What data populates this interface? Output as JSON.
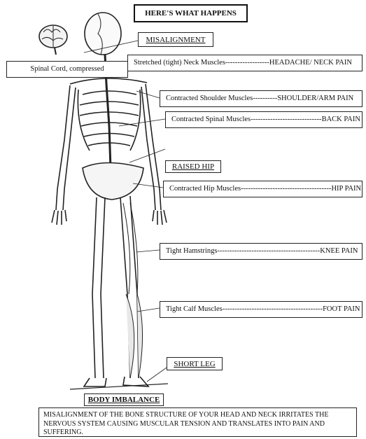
{
  "title": "HERE'S WHAT HAPPENS",
  "tags": {
    "misalignment": "MISALIGNMENT",
    "spinal_cord": "Spinal Cord, compressed",
    "raised_hip": "RAISED HIP",
    "short_leg": "SHORT LEG",
    "body_imbalance": "BODY IMBALANCE"
  },
  "effects": [
    {
      "muscle": "Stretched (tight) Neck Muscles",
      "pain": "HEADACHE/ NECK PAIN"
    },
    {
      "muscle": "Contracted Shoulder Muscles",
      "pain": "SHOULDER/ARM PAIN"
    },
    {
      "muscle": "Contracted Spinal Muscles",
      "pain": "BACK PAIN"
    },
    {
      "muscle": "Contracted Hip Muscles",
      "pain": "HIP PAIN"
    },
    {
      "muscle": "Tight Hamstrings",
      "pain": "KNEE PAIN"
    },
    {
      "muscle": "Tight Calf Muscles",
      "pain": "FOOT PAIN"
    }
  ],
  "summary": "MISALIGNMENT OF THE BONE STRUCTURE OF YOUR HEAD AND NECK IRRITATES THE NERVOUS SYSTEM CAUSING MUSCULAR TENSION AND TRANSLATES INTO PAIN AND SUFFERING."
}
